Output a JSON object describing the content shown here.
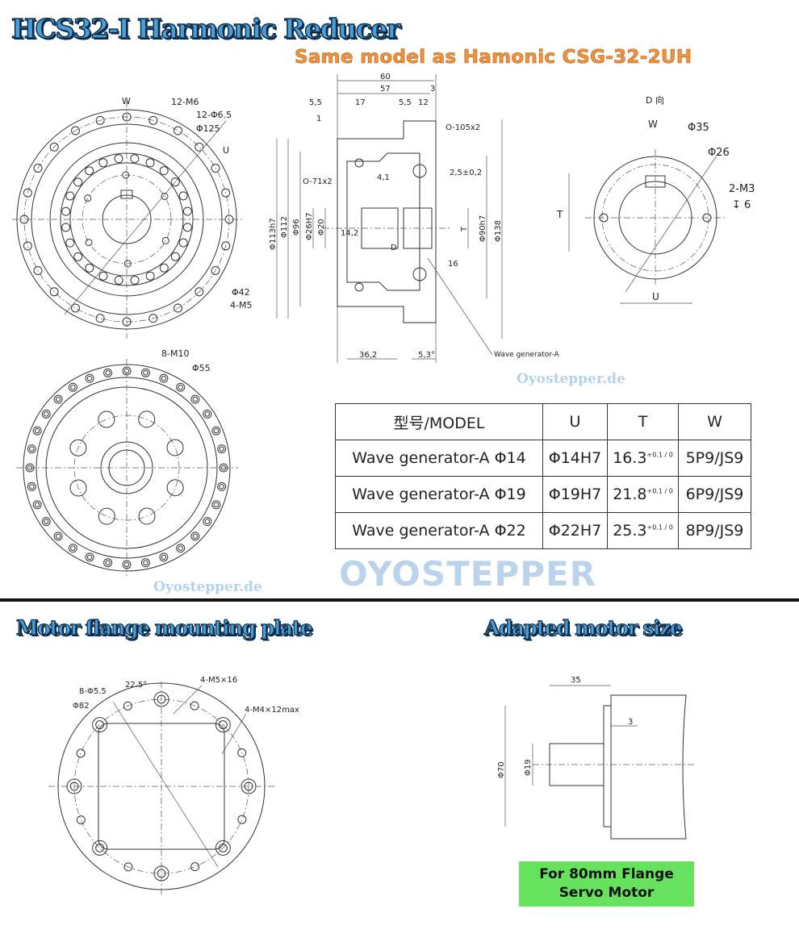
{
  "header": {
    "title": "HCS32-I Harmonic Reducer",
    "subtitle": "Same model as Hamonic CSG-32-2UH"
  },
  "front_view": {
    "labels": [
      "W",
      "12-M6",
      "12-Φ6.5",
      "Φ125",
      "U",
      "Φ42",
      "4-M5"
    ]
  },
  "section_view": {
    "labels": [
      "60",
      "57",
      "3",
      "5,5",
      "17",
      "5,5",
      "12",
      "1",
      "O-105x2",
      "O-71x2",
      "4,1",
      "2,5±0,2",
      "Φ113h7",
      "Φ112",
      "Φ96",
      "Φ26H7",
      "Φ20",
      "14,2",
      "T",
      "Φ90h7",
      "Φ138",
      "D",
      "16",
      "36,2",
      "5,3°",
      "Wave generator-A"
    ]
  },
  "d_view": {
    "labels": [
      "D 向",
      "W",
      "Φ35",
      "Φ26",
      "2-M3",
      "↧ 6",
      "T",
      "U"
    ]
  },
  "rear_view": {
    "labels": [
      "8-M10",
      "Φ55"
    ]
  },
  "table": {
    "headers": [
      "型号/MODEL",
      "U",
      "T",
      "W"
    ],
    "rows": [
      {
        "model": "Wave generator-A Φ14",
        "u": "Φ14H7",
        "t": "16.3",
        "t_tol": "+0.1 / 0",
        "w": "5P9/JS9"
      },
      {
        "model": "Wave generator-A Φ19",
        "u": "Φ19H7",
        "t": "21.8",
        "t_tol": "+0.1 / 0",
        "w": "6P9/JS9"
      },
      {
        "model": "Wave generator-A Φ22",
        "u": "Φ22H7",
        "t": "25.3",
        "t_tol": "+0.1 / 0",
        "w": "8P9/JS9"
      }
    ]
  },
  "watermarks": {
    "site": "Oyostepper.de",
    "logo": "OYOSTEPPER"
  },
  "motor_flange": {
    "title": "Motor flange mounting plate",
    "labels": [
      "8-Φ5.5",
      "22.5°",
      "4-M5×16",
      "Φ82",
      "4-M4×12max"
    ]
  },
  "motor_size": {
    "title": "Adapted motor size",
    "labels": [
      "35",
      "3",
      "Φ70",
      "Φ19"
    ],
    "note_line1": "For 80mm Flange",
    "note_line2": "Servo Motor"
  },
  "colors": {
    "title_fill": "#4a9fd6",
    "subtitle": "#f0933c",
    "note_bg": "#66e25f"
  }
}
